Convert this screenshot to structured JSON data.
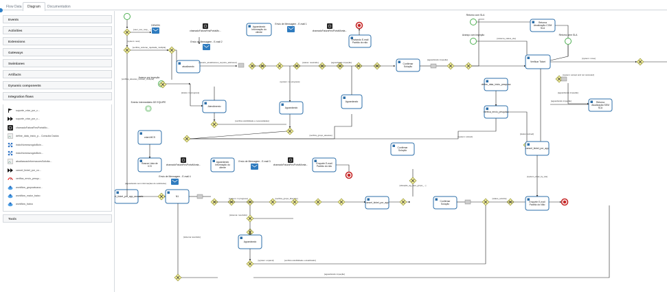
{
  "tabs": [
    {
      "label": "Flow Data",
      "active": false
    },
    {
      "label": "Diagram",
      "active": true
    },
    {
      "label": "Documentation",
      "active": false
    }
  ],
  "sidebar": {
    "panels": [
      "Events",
      "Activities",
      "Extensions",
      "Gateways",
      "Swimlanes",
      "Artifacts",
      "Dynamic components",
      "Integration flows"
    ],
    "integration_items": [
      {
        "label": "suporte_criar_por_c...",
        "icon": "black-flag-icon"
      },
      {
        "label": "suporte_criar_por_c...",
        "icon": "arrow-double-icon"
      },
      {
        "label": "chamadoFaturaFinsPortaMo...",
        "icon": "bell-icon"
      },
      {
        "label": "define_data_inicio_p...  Consulta Dados",
        "icon": "broken-image-icon"
      },
      {
        "label": "inicioNomeavogdoBoin...",
        "icon": "network-icon"
      },
      {
        "label": "inicioNomeavogdoBoin...",
        "icon": "network-icon"
      },
      {
        "label": "atualizacaoInformacoesSolicita...",
        "icon": "broken-image-icon"
      },
      {
        "label": "cancel_ticket_por_co...",
        "icon": "arrow-double-icon"
      },
      {
        "label": "verifica_envio_pesqu...",
        "icon": "gauge-icon"
      },
      {
        "label": "workflow_grupoatuaca...",
        "icon": "cloud-person-icon"
      },
      {
        "label": "workflow_maior_baixo",
        "icon": "cloud-person-icon"
      },
      {
        "label": "workflow_baixa",
        "icon": "cloud-person-icon"
      }
    ],
    "tools_panel": "Tools"
  },
  "diagram": {
    "start_events": [
      {
        "label": ""
      },
      {
        "label": "Retorno com SLA"
      },
      {
        "label": "Avanço com impeção"
      },
      {
        "label": "Retorno sem SLA"
      }
    ],
    "end_events": [
      {
        "label": ""
      },
      {
        "label": ""
      },
      {
        "label": ""
      }
    ],
    "tasks": [
      {
        "label": "atualizando"
      },
      {
        "label": "Aguardando Informação do cliente"
      },
      {
        "label": "Enviando E-mail Padrão do não"
      },
      {
        "label": "Confirmar Solução"
      },
      {
        "label": "Atendimento"
      },
      {
        "label": "Aguardando"
      },
      {
        "label": "Retorna Atualização COM SLA"
      },
      {
        "label": "Retorna Atualização SEM SLA"
      },
      {
        "label": "Verificar Ticket"
      },
      {
        "label": "define_data_inicio_pesquisa"
      },
      {
        "label": "verifica_envio_pesquisa"
      },
      {
        "label": "Aguardando"
      },
      {
        "label": "Aguardando Informação do cliente"
      },
      {
        "label": "Enquete E-mail Padrão do não"
      },
      {
        "label": "Confirmar Solução"
      },
      {
        "label": "Confirmar Solução"
      },
      {
        "label": "Enquete E-mail Padrão do Não"
      },
      {
        "label": "cancel_ticket_por_app"
      },
      {
        "label": "criarLMCS"
      },
      {
        "label": "Buscar Lista de ICS"
      },
      {
        "label": "cancel_ticket_por_app_ausuario"
      },
      {
        "label": "cancel_ticket_por_app"
      },
      {
        "label": "N1"
      }
    ],
    "integrations": [
      {
        "label": "chamadoFaturaFinsPortaMo..."
      },
      {
        "label": "chamadoFaturaFinsPortaMonta..."
      },
      {
        "label": "chamadoFaturaFinsPortaMonta..."
      },
      {
        "label": "chamadoFaturaFinsPortaMonta..."
      }
    ],
    "mail_tasks": [
      {
        "label": "Envio de Mensagem - E-mail 1"
      },
      {
        "label": "Envio de Mensagem - E-mail 2"
      },
      {
        "label": "Envio de Mensagem - E-mail 3"
      },
      {
        "label": "Envio de Mensagem - E-mail 4"
      },
      {
        "label": "DEMON"
      }
    ],
    "events_misc": [
      {
        "label": "Evento Intermediário DE EQUIPE"
      },
      {
        "label": "Avanço por impeção"
      },
      {
        "label": "ne hoi.nam!opoi"
      }
    ],
    "edge_labels": [
      "[user_sou_resp_...]",
      "[verifica_solucao_rejeitada_multipla]",
      "[verifica_atuacao_revisao_multipla]",
      "[usuario_atualizacoes_suporte_adicionar]",
      "[status: resolvido]",
      "[aguardando impeção]",
      "[aguardando impeção]",
      "[status: in progress]",
      "[system: new]",
      "[system: no progress]",
      "[system: solved]",
      "[verifica_grupo_atuacao]",
      "[verifica solubilidade e necessidades]",
      "[sistema_status_sla]",
      "[system: accept and not canceled]",
      "[system: nova]",
      "[verifica solubilidade e atualizador]",
      "[aguardando impeção]",
      "[aguardando impeção]",
      "[status: solved]",
      "[sistema resolvido]",
      "[aguardando sem informações do solicitante]",
      "[verifica_grupo_liberado]",
      "[aguardando impeção]",
      "[system: in progress]",
      "[sistema: resolvido]",
      "[situação_ag_hipo_grupo_...]",
      "[status_solvido]",
      "[system_clear_by_sla]",
      "[system: expand]"
    ]
  }
}
